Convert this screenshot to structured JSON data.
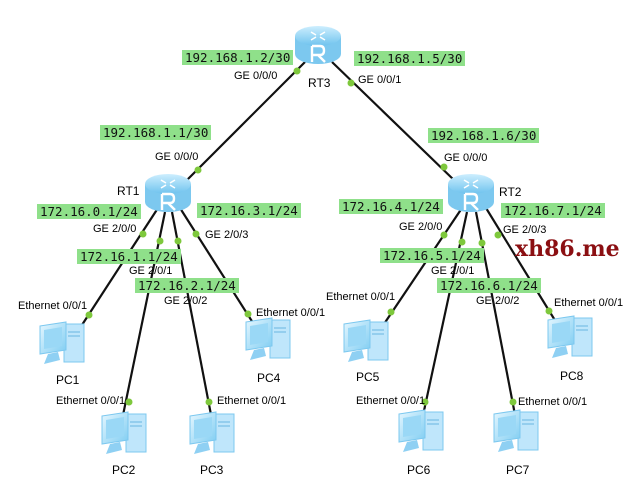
{
  "routers": [
    {
      "name": "RT3"
    },
    {
      "name": "RT1"
    },
    {
      "name": "RT2"
    }
  ],
  "pcs": [
    "PC1",
    "PC2",
    "PC3",
    "PC4",
    "PC5",
    "PC6",
    "PC7",
    "PC8"
  ],
  "ip_labels": {
    "rt3_ge000": "192.168.1.2/30",
    "rt3_ge001": "192.168.1.5/30",
    "rt1_ge000": "192.168.1.1/30",
    "rt2_ge000": "192.168.1.6/30",
    "rt1_ge200": "172.16.0.1/24",
    "rt1_ge201": "172.16.1.1/24",
    "rt1_ge202": "172.16.2.1/24",
    "rt1_ge203": "172.16.3.1/24",
    "rt2_ge200": "172.16.4.1/24",
    "rt2_ge201": "172.16.5.1/24",
    "rt2_ge202": "172.16.6.1/24",
    "rt2_ge203": "172.16.7.1/24"
  },
  "interfaces": {
    "ge000": "GE 0/0/0",
    "ge001": "GE 0/0/1",
    "ge200": "GE 2/0/0",
    "ge201": "GE 2/0/1",
    "ge202": "GE 2/0/2",
    "ge203": "GE 2/0/3",
    "eth": "Ethernet 0/0/1"
  },
  "watermark": "xh86.me",
  "colors": {
    "link": "#111111",
    "port_dot": "#7ec83c",
    "ip_bg": "#8fe08a",
    "watermark": "#8b0f12"
  }
}
